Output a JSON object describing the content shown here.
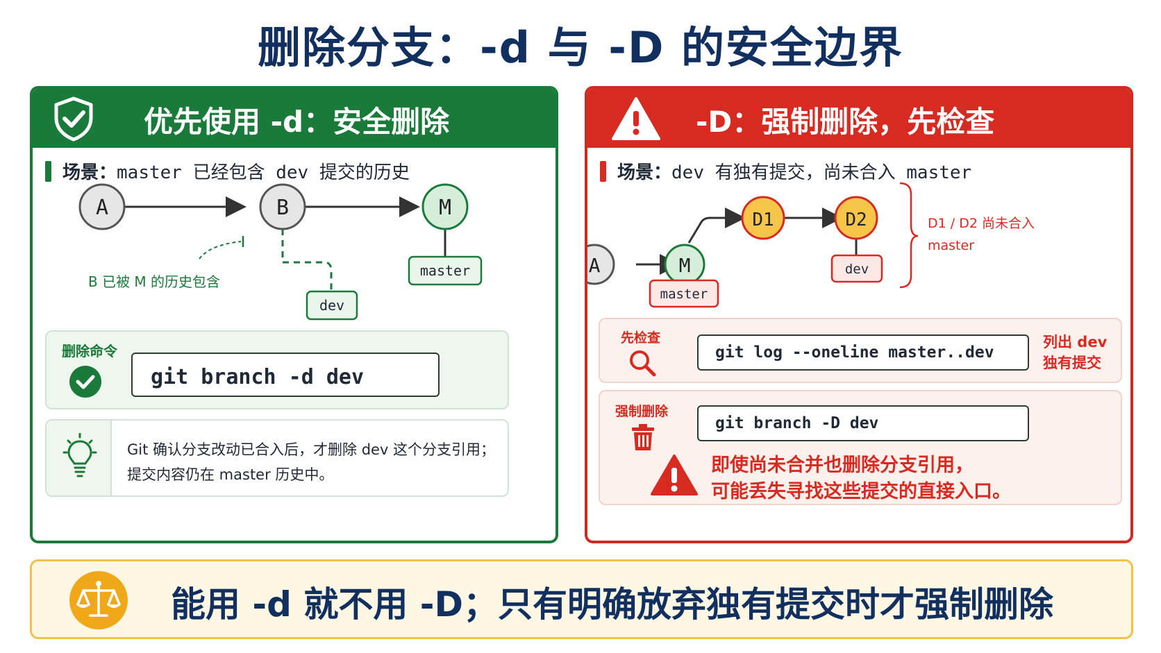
{
  "title": "删除分支：-d 与 -D 的安全边界",
  "left": {
    "header": "优先使用 -d：安全删除",
    "scenario_label": "场景：",
    "scenario_text": "master 已经包含 dev 提交的历史",
    "nodes": [
      "A",
      "B",
      "M"
    ],
    "branch_labels": {
      "master": "master",
      "dev": "dev"
    },
    "annotation": "B 已被 M 的历史包含",
    "command_label": "删除命令",
    "command": "git branch -d dev",
    "note_line1": "Git 确认分支改动已合入后，才删除 dev 这个分支引用；",
    "note_line2": "提交内容仍在 master 历史中。",
    "colors": {
      "accent": "#1a7a3a",
      "node_merged": "#d7eedb"
    }
  },
  "right": {
    "header": "-D：强制删除，先检查",
    "scenario_label": "场景：",
    "scenario_text": "dev 有独有提交，尚未合入 master",
    "nodes": [
      "A",
      "M",
      "D1",
      "D2"
    ],
    "branch_labels": {
      "master": "master",
      "dev": "dev"
    },
    "brace_note_line1": "D1 / D2 尚未合入",
    "brace_note_line2": "master",
    "check_label": "先检查",
    "check_command": "git log --oneline master..dev",
    "check_note_line1": "列出 dev",
    "check_note_line2": "独有提交",
    "force_label": "强制删除",
    "force_command": "git branch -D dev",
    "warning_line1": "即使尚未合并也删除分支引用，",
    "warning_line2": "可能丢失寻找这些提交的直接入口。",
    "colors": {
      "accent": "#d72b22",
      "node_unique": "#f7c54a"
    }
  },
  "summary": {
    "text": "能用 -d 就不用 -D；只有明确放弃独有提交时才强制删除",
    "icon": "scales-icon",
    "colors": {
      "icon_bg": "#f0a818"
    }
  }
}
